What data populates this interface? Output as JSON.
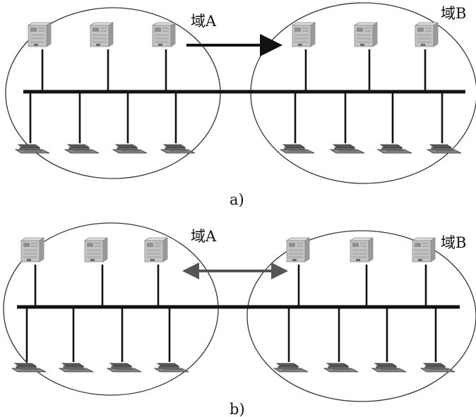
{
  "panels": [
    {
      "id": "a",
      "caption": "a)",
      "domain_a_label": "域A",
      "domain_b_label": "域B",
      "arrow": "one-way",
      "arrow_color": "#111111"
    },
    {
      "id": "b",
      "caption": "b)",
      "domain_a_label": "域A",
      "domain_b_label": "域B",
      "arrow": "two-way",
      "arrow_color": "#555555"
    }
  ],
  "icons": {
    "server": "server-icon",
    "workstation": "workstation-icon"
  },
  "colors": {
    "server_body": "#c7c7c7",
    "server_dark": "#7a7a7a",
    "line": "#111111"
  }
}
